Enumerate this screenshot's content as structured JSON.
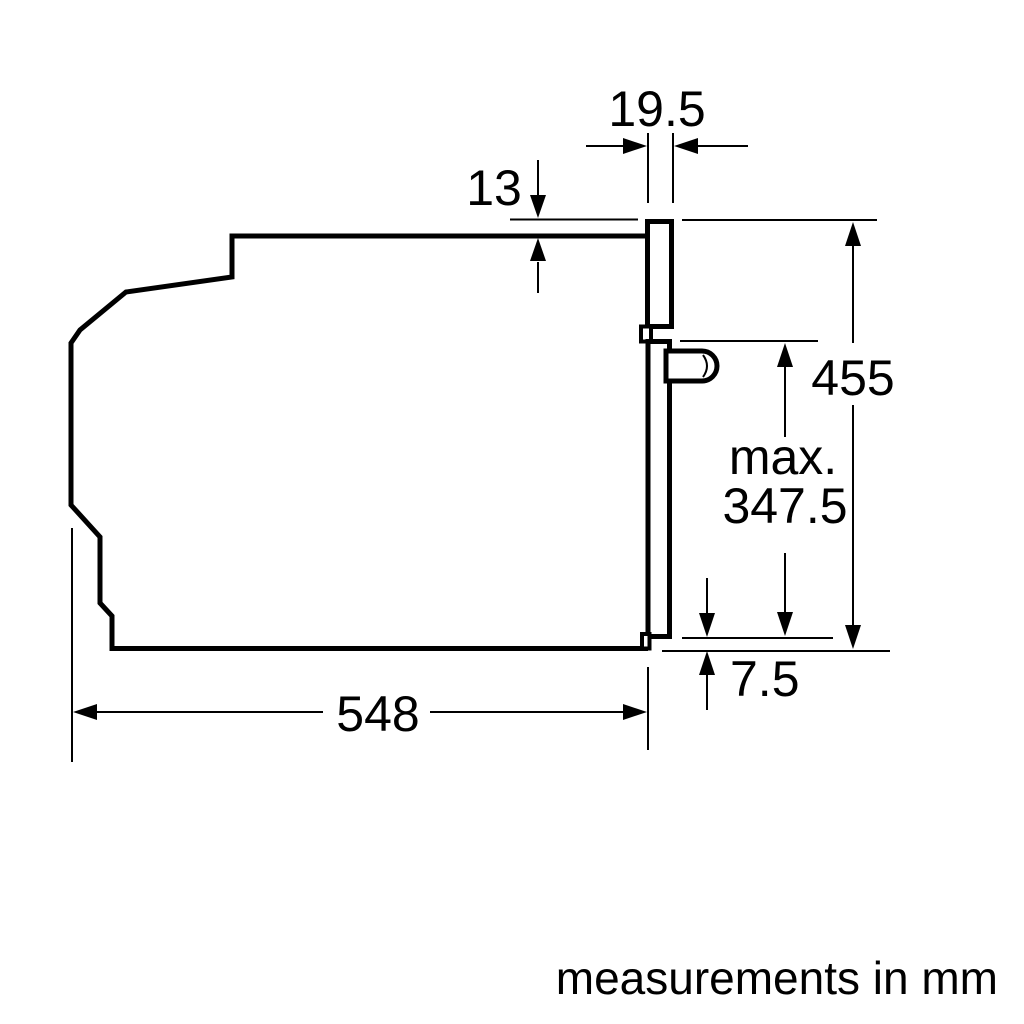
{
  "diagram": {
    "note": "measurements in mm",
    "labels": {
      "door_thickness": "19.5",
      "top_protrusion": "13",
      "total_height": "455",
      "max_prefix": "max.",
      "max_height": "347.5",
      "bottom_clearance": "7.5",
      "depth": "548"
    },
    "colors": {
      "line": "#000000",
      "background": "#ffffff"
    }
  }
}
